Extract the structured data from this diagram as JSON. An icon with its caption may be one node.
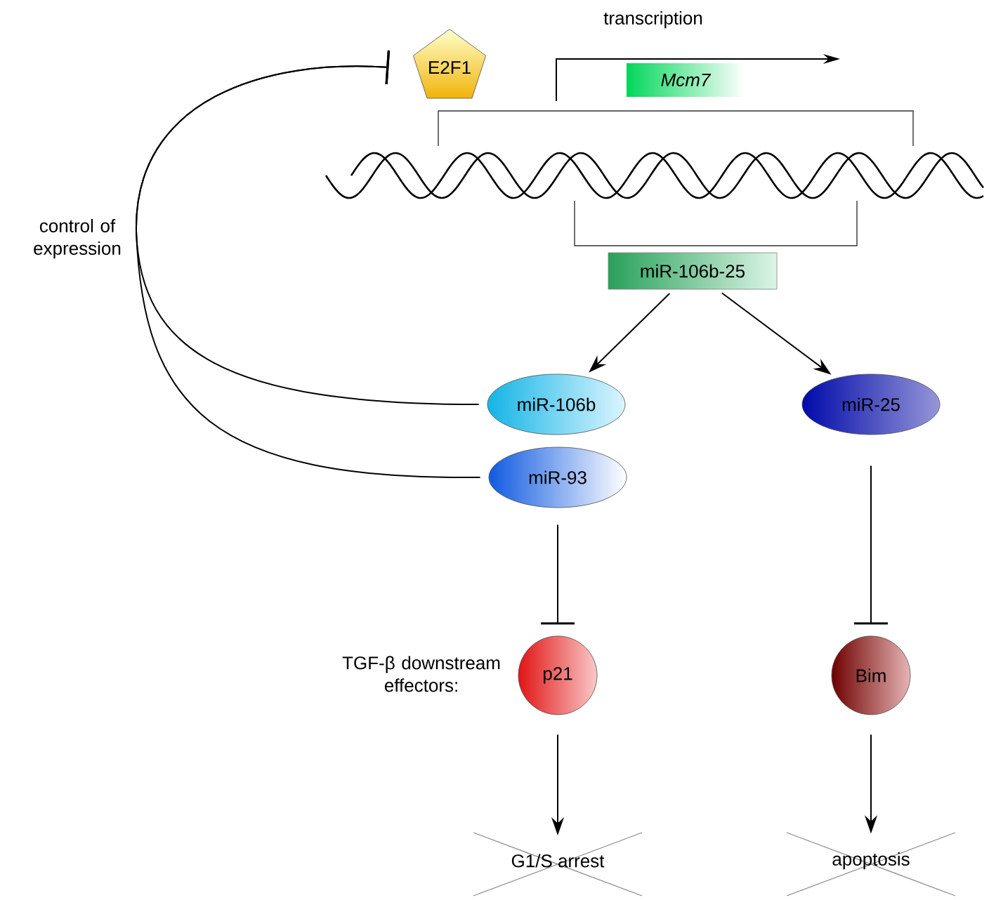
{
  "diagram": {
    "nodes": [
      {
        "text": [
          "E2F1"
        ]
      },
      {
        "text": [
          "Mcm7"
        ]
      },
      {
        "text": [
          "miR-106b-25"
        ]
      },
      {
        "text": [
          "miR-106b"
        ]
      },
      {
        "text": [
          "miR-93"
        ]
      },
      {
        "text": [
          "miR-25"
        ]
      },
      {
        "text": [
          "p21"
        ]
      },
      {
        "text": [
          "Bim"
        ]
      },
      {
        "text": [
          "G1/S arrest"
        ]
      },
      {
        "text": [
          "apoptosis"
        ]
      }
    ],
    "edges": [
      {
        "from": 2,
        "to": 3,
        "arrow": "to"
      },
      {
        "from": 2,
        "to": 5,
        "arrow": "to"
      },
      {
        "from": 3,
        "to": 0,
        "arrow": "other"
      },
      {
        "from": 4,
        "to": 0,
        "arrow": "other"
      },
      {
        "from": 4,
        "to": 6,
        "arrow": "other"
      },
      {
        "from": 5,
        "to": 7,
        "arrow": "other"
      },
      {
        "from": 6,
        "to": 8,
        "arrow": "to"
      },
      {
        "from": 7,
        "to": 9,
        "arrow": "to"
      }
    ],
    "labels": [
      "transcription",
      "control of expression",
      "TGF-β downstream effectors:"
    ]
  }
}
